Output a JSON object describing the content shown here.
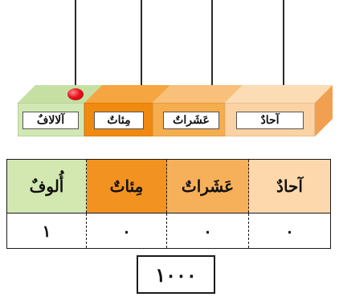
{
  "abacus": {
    "labels": {
      "thousands": "آلالافٌ",
      "hundreds": "مِئاتٌ",
      "tens": "عَشَراتٌ",
      "ones": "آحادٌ"
    },
    "beads": {
      "thousands": 1,
      "hundreds": 0,
      "tens": 0,
      "ones": 0
    },
    "colors": {
      "thousands": "#d2e8b4",
      "hundreds": "#f0890f",
      "tens": "#f5ad4d",
      "ones": "#fbd2a4",
      "bead": "#e8141e"
    }
  },
  "table": {
    "headers": {
      "thousands": "أُلوفٌ",
      "hundreds": "مِئاتٌ",
      "tens": "عَشَراتٌ",
      "ones": "آحادٌ"
    },
    "digits": {
      "thousands": "١",
      "hundreds": "٠",
      "tens": "٠",
      "ones": "٠"
    },
    "header_colors": {
      "thousands": "#d3e8b0",
      "hundreds": "#f29220",
      "tens": "#f7b05a",
      "ones": "#fcd8ac"
    }
  },
  "result": "١٠٠٠"
}
